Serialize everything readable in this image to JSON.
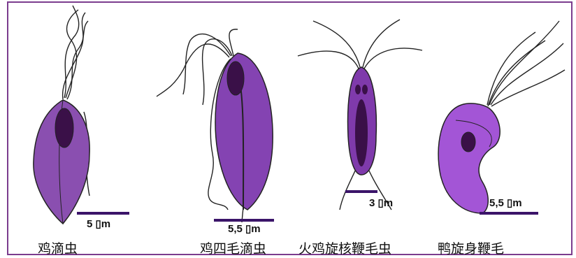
{
  "side_credit": "",
  "organisms": [
    {
      "name": "鸡滴虫",
      "scale": "5 ▯m",
      "fill": "#8a4fb0"
    },
    {
      "name": "鸡四毛滴虫",
      "scale": "5,5 ▯m",
      "fill": "#8443b2"
    },
    {
      "name": "火鸡旋核鞭毛虫",
      "scale": "3 ▯m",
      "fill": "#7f3aab"
    },
    {
      "name": "鸭旋身鞭毛",
      "scale": "5,5 ▯m",
      "fill": "#a355d6"
    }
  ],
  "colors": {
    "frame": "#7b3c8e",
    "nucleus": "#3a1048",
    "scale_bar": "#3b1469",
    "flagella": "#222222"
  }
}
